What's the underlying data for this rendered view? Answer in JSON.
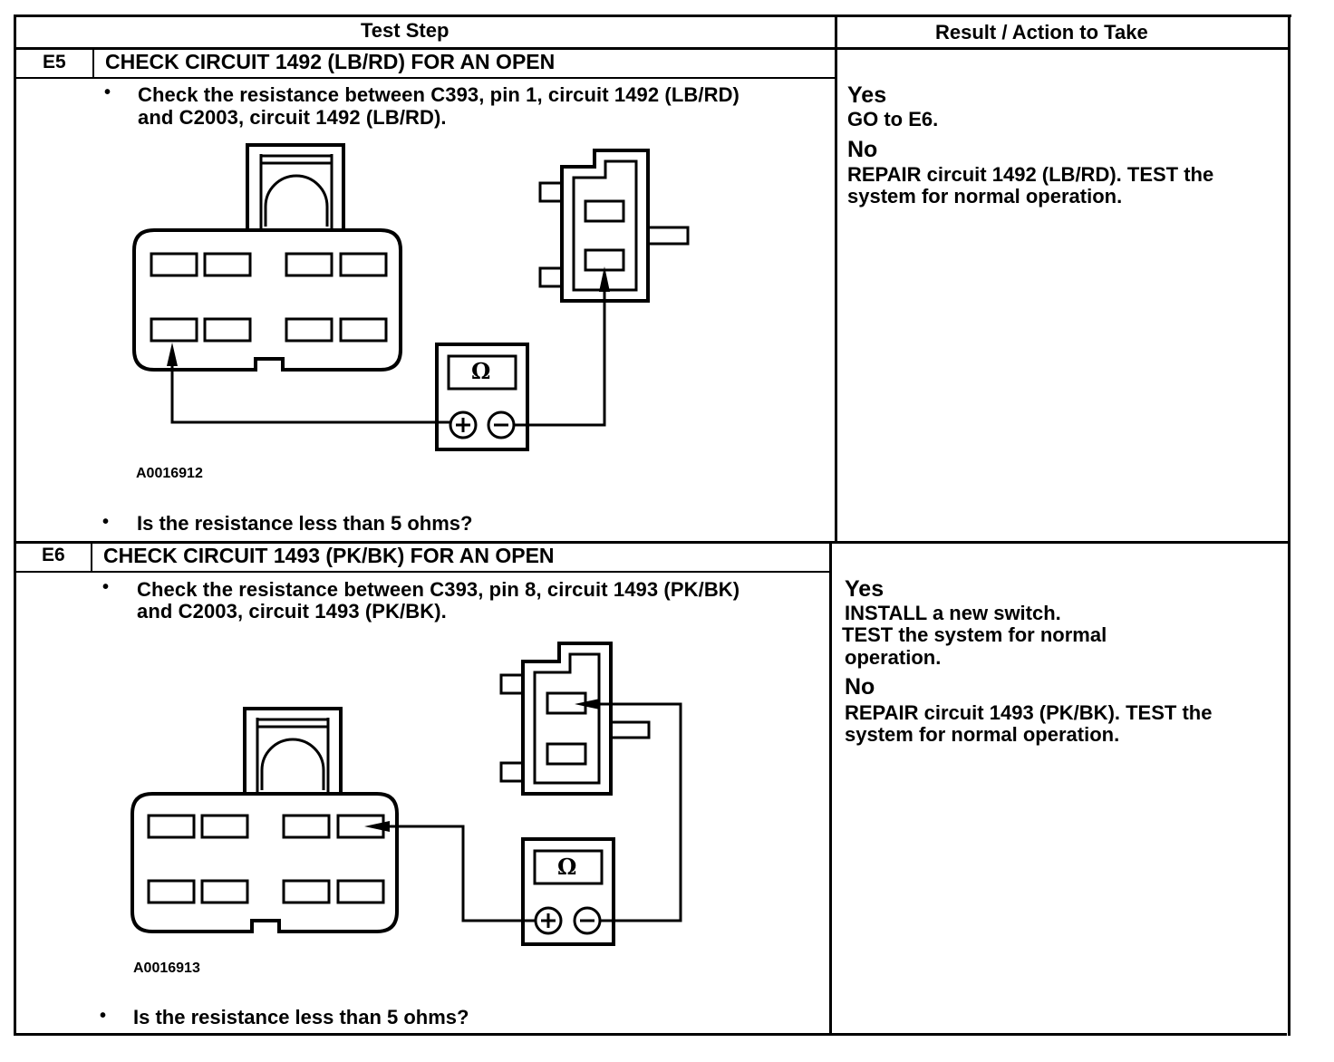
{
  "table": {
    "header_test_step": "Test Step",
    "header_result": "Result / Action to Take"
  },
  "steps": [
    {
      "id": "E5",
      "title": "CHECK CIRCUIT 1492 (LB/RD) FOR AN OPEN",
      "instruction_line1": "Check the resistance between C393, pin 1, circuit 1492 (LB/RD)",
      "instruction_line2": "and C2003, circuit 1492 (LB/RD).",
      "figure_id": "A0016912",
      "meter_symbol": "Ω",
      "question": "Is the resistance less than 5 ohms?",
      "yes_label": "Yes",
      "yes_action": "GO to E6.",
      "no_label": "No",
      "no_action_line1": "REPAIR circuit 1492 (LB/RD). TEST the",
      "no_action_line2": "system for normal operation."
    },
    {
      "id": "E6",
      "title": "CHECK CIRCUIT 1493 (PK/BK) FOR AN OPEN",
      "instruction_line1": "Check the resistance between C393, pin 8, circuit 1493 (PK/BK)",
      "instruction_line2": "and C2003, circuit 1493 (PK/BK).",
      "figure_id": "A0016913",
      "meter_symbol": "Ω",
      "question": "Is the resistance less than 5 ohms?",
      "yes_label": "Yes",
      "yes_action_line1": "INSTALL a new switch.",
      "yes_action_line2": "TEST the system for normal",
      "yes_action_line3": "operation.",
      "no_label": "No",
      "no_action_line1": "REPAIR circuit 1493 (PK/BK). TEST the",
      "no_action_line2": "system for normal operation."
    }
  ],
  "icons": {
    "bullet": "•",
    "meter_plus": "+",
    "meter_minus": "−"
  }
}
